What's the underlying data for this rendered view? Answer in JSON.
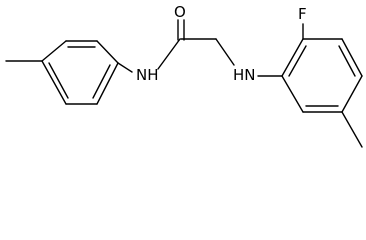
{
  "molecule": {
    "atom_labels": {
      "oxygen": "O",
      "fluorine": "F",
      "amide_nh": "NH",
      "amine_nh": "HN"
    },
    "colors": {
      "bond": "#000000",
      "text": "#000000",
      "background": "#ffffff"
    }
  }
}
